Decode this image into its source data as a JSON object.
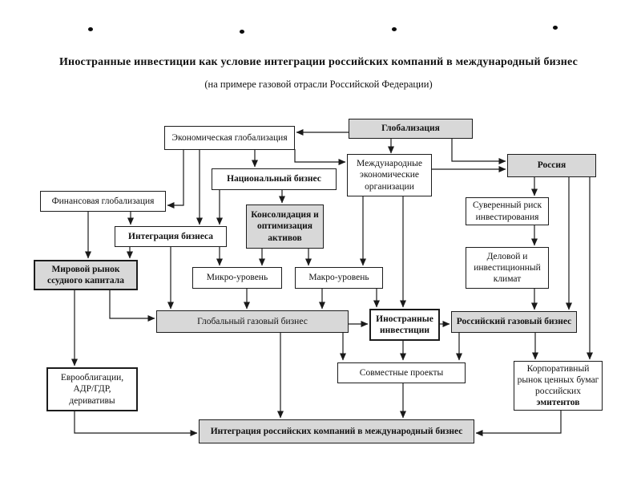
{
  "page": {
    "title": "Иностранные инвестиции как условие интеграции российских компаний в международный бизнес",
    "subtitle": "(на примере газовой отрасли Российской Федерации)"
  },
  "colors": {
    "shaded_box_fill": "#d8d8d8",
    "plain_box_fill": "#ffffff",
    "line": "#1a1a1a"
  },
  "nodes": {
    "globalization": {
      "label": "Глобализация"
    },
    "economic_globalization": {
      "label": "Экономическая глобализация"
    },
    "international_economic_organizations": {
      "label": "Международные экономические организации"
    },
    "russia": {
      "label": "Россия"
    },
    "national_business": {
      "label": "Национальный бизнес"
    },
    "financial_globalization": {
      "label": "Финансовая глобализация"
    },
    "consolidation_optimization_assets": {
      "label": "Консолидация и оптимизация активов"
    },
    "business_integration": {
      "label": "Интеграция бизнеса"
    },
    "sovereign_investment_risk": {
      "label": "Суверенный риск инвестирования"
    },
    "business_investment_climate": {
      "label": "Деловой и инвестиционный климат"
    },
    "world_loan_capital_market": {
      "label": "Мировой рынок ссудного капитала"
    },
    "micro_level": {
      "label": "Микро-уровень"
    },
    "macro_level": {
      "label": "Макро-уровень"
    },
    "global_gas_business": {
      "label": "Глобальный газовый бизнес"
    },
    "foreign_investments": {
      "label": "Иностранные инвестиции"
    },
    "russian_gas_business": {
      "label": "Российский газовый бизнес"
    },
    "joint_projects": {
      "label": "Совместные проекты"
    },
    "eurobonds_adr_gdr_derivatives": {
      "label": "Еврооблигации, АДР/ГДР, деривативы"
    },
    "corporate_securities_market": {
      "label": "Корпоративный рынок ценных бумаг российских",
      "label_bold": "эмитентов"
    },
    "integration_result": {
      "label": "Интеграция российских компаний в международный бизнес"
    }
  }
}
